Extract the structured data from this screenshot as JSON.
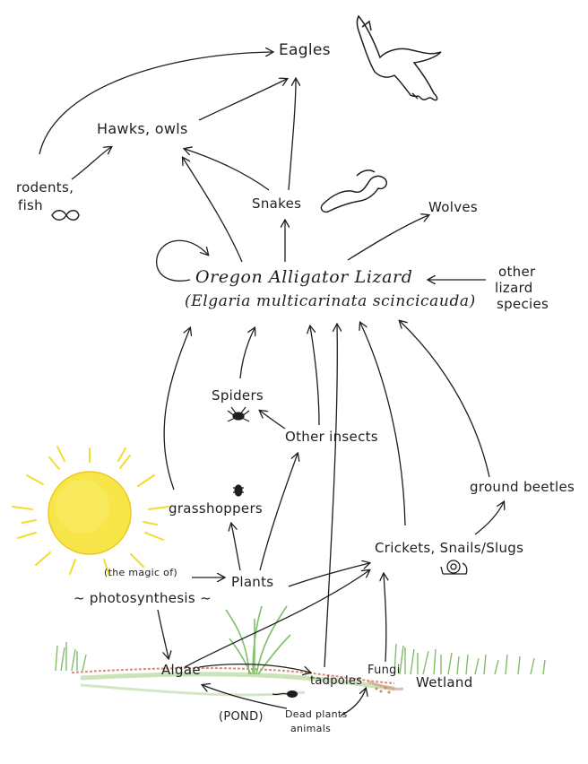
{
  "labels": {
    "eagles": "Eagles",
    "hawks_owls": "Hawks, owls",
    "rodents": "rodents,",
    "fish": "fish",
    "snakes": "Snakes",
    "wolves": "Wolves",
    "lizard_title": "Oregon Alligator Lizard",
    "lizard_sci": "(Elgaria multicarinata scincicauda)",
    "other": "other",
    "lizard": "lizard",
    "species": "species",
    "spiders": "Spiders",
    "other_insects": "Other insects",
    "grasshoppers": "grasshoppers",
    "ground_beetles": "ground beetles",
    "crickets": "Crickets, Snails/Slugs",
    "magic_of": "(the magic of)",
    "photosynthesis": "~ photosynthesis ~",
    "plants": "Plants",
    "algae": "Algae",
    "tadpoles": "tadpoles",
    "fungi": "Fungi",
    "wetland": "Wetland",
    "pond": "(POND)",
    "dead_plants": "Dead plants",
    "animals": "animals"
  },
  "colors": {
    "ink": "#1e1e1e",
    "sun_fill": "#f7e54a",
    "sun_rays": "#f2dc2e",
    "grass": "#7fbf6a",
    "pond_red": "#d98a7a",
    "pond_green": "#a7d08b"
  },
  "icons": [
    "eagle-icon",
    "snake-icon",
    "infinity-icon",
    "spider-icon",
    "insect-icon",
    "snail-icon",
    "tadpole-icon",
    "sun-icon",
    "grass-plant-icon"
  ]
}
